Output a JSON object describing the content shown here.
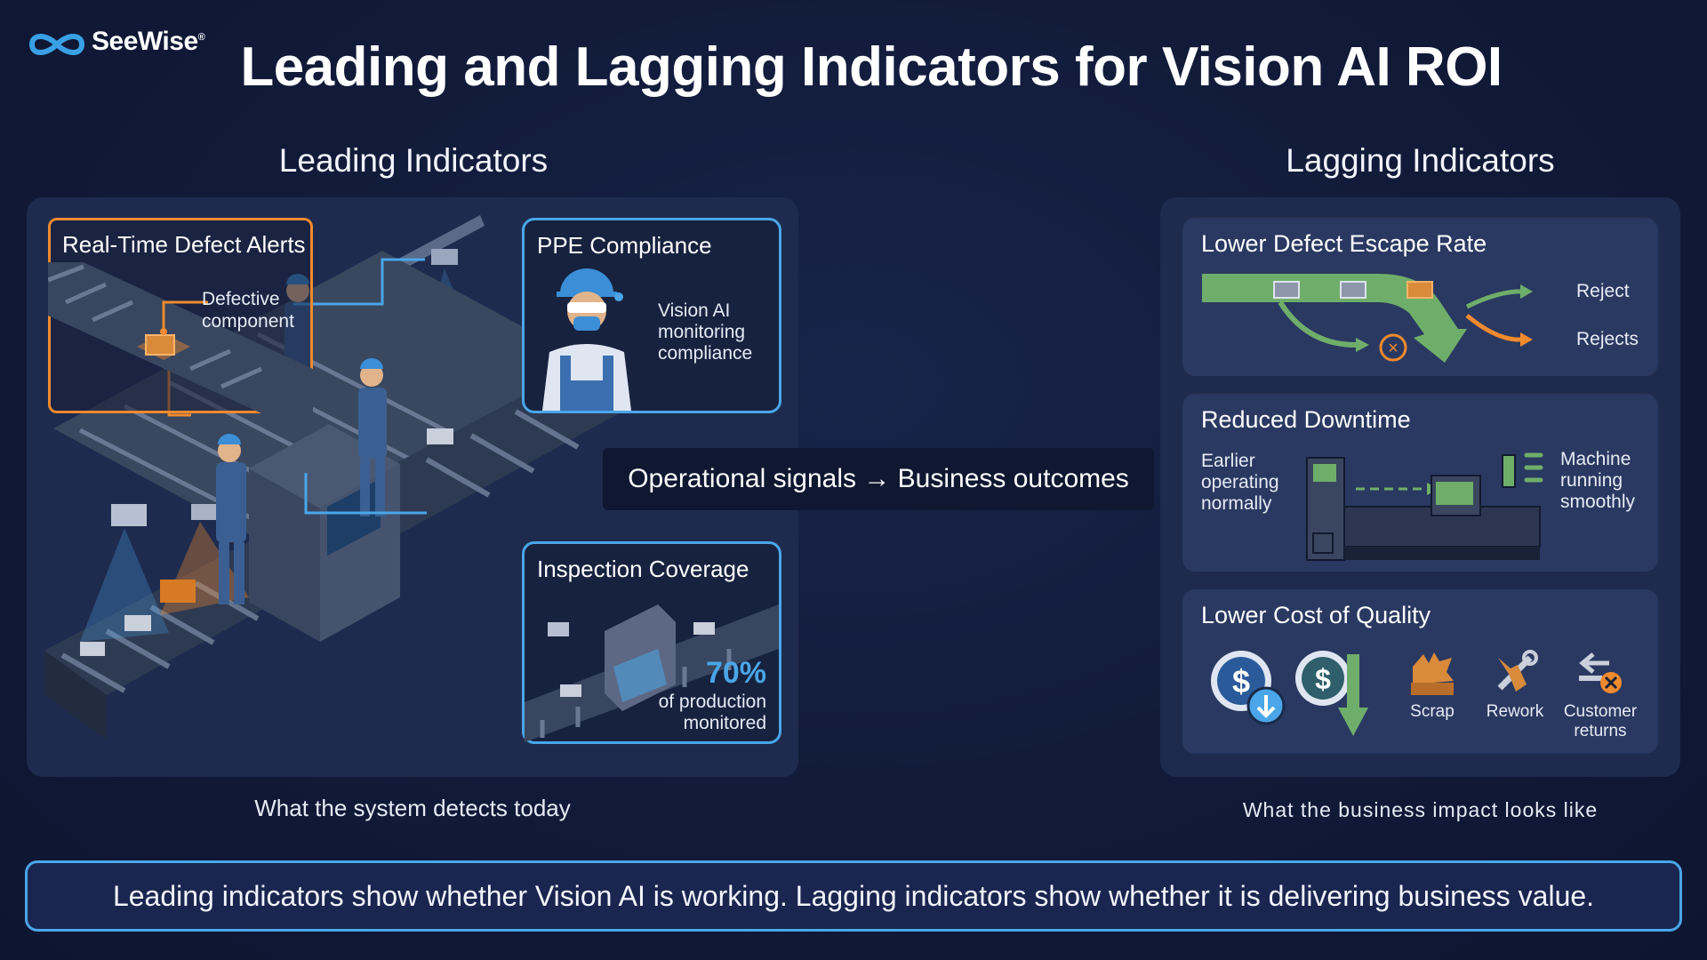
{
  "brand": {
    "name": "SeeWise",
    "mark": "®"
  },
  "title": "Leading and Lagging Indicators for Vision AI ROI",
  "leading": {
    "heading": "Leading Indicators",
    "caption": "What the system detects today",
    "defect_alerts": {
      "title": "Real-Time Defect Alerts",
      "label_line1": "Defective",
      "label_line2": "component"
    },
    "ppe": {
      "title": "PPE Compliance",
      "line1": "Vision AI",
      "line2": "monitoring",
      "line3": "compliance"
    },
    "coverage": {
      "title": "Inspection Coverage",
      "value": "70%",
      "line1": "of production",
      "line2": "monitored"
    }
  },
  "bridge": "Operational signals → Business outcomes",
  "lagging": {
    "heading": "Lagging Indicators",
    "caption": "What the business impact looks like",
    "defect_escape": {
      "title": "Lower Defect Escape Rate",
      "reject": "Reject",
      "rejects": "Rejects"
    },
    "downtime": {
      "title": "Reduced Downtime",
      "left1": "Earlier",
      "left2": "operating",
      "left3": "normally",
      "right1": "Machine",
      "right2": "running",
      "right3": "smoothly"
    },
    "cost": {
      "title": "Lower Cost of Quality",
      "scrap": "Scrap",
      "rework": "Rework",
      "returns1": "Customer",
      "returns2": "returns"
    }
  },
  "footer": "Leading indicators show whether Vision AI is working. Lagging indicators show whether it is delivering business value.",
  "colors": {
    "accent_blue": "#4aa6e8",
    "accent_orange": "#f08a2e",
    "accent_green": "#6fae6a",
    "panel": "#1e2b4e",
    "card": "#2a3961"
  }
}
